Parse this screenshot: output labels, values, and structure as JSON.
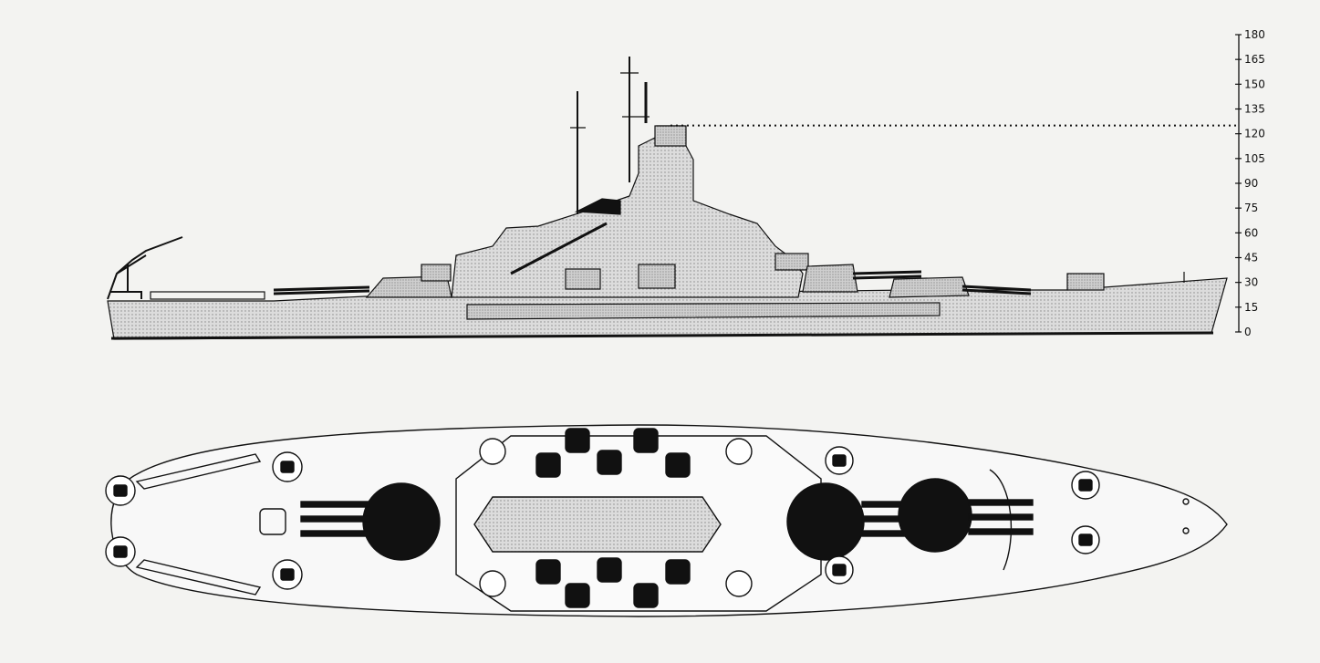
{
  "drawing": {
    "views": [
      "side-profile",
      "plan-view"
    ],
    "colors": {
      "paper": "#f3f3f1",
      "ink": "#111111",
      "hull_shade": "#d8d8d8",
      "superstructure_shade": "#c9c9c9",
      "turret_fill": "#111111",
      "deck_fill": "#f8f8f8"
    }
  },
  "height_scale": {
    "unit": "ft",
    "ticks": [
      {
        "value": 180,
        "label": "180"
      },
      {
        "value": 165,
        "label": "165"
      },
      {
        "value": 150,
        "label": "150"
      },
      {
        "value": 135,
        "label": "135"
      },
      {
        "value": 120,
        "label": "120"
      },
      {
        "value": 105,
        "label": "105"
      },
      {
        "value": 90,
        "label": "90"
      },
      {
        "value": 75,
        "label": "75"
      },
      {
        "value": 60,
        "label": "60"
      },
      {
        "value": 45,
        "label": "45"
      },
      {
        "value": 30,
        "label": "30"
      },
      {
        "value": 15,
        "label": "15"
      },
      {
        "value": 0,
        "label": "0"
      }
    ],
    "reference_line_value": 125
  }
}
